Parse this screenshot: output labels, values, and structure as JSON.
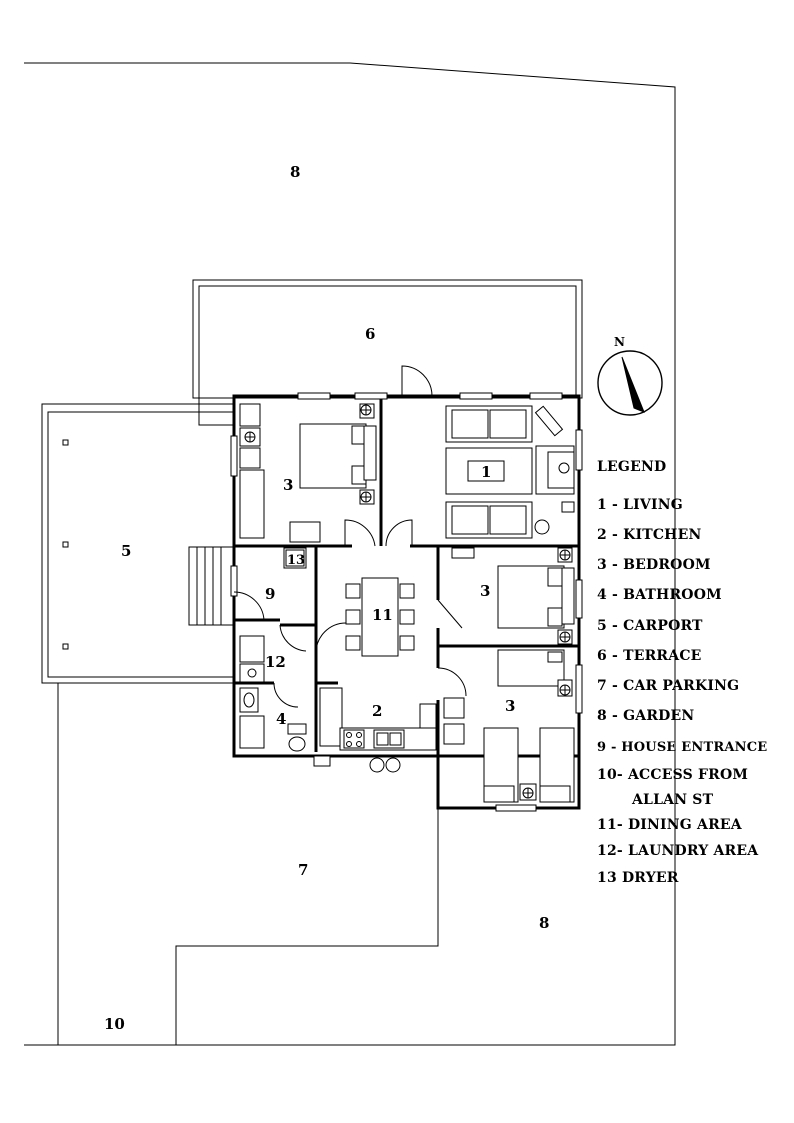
{
  "plan_labels": {
    "garden_top": "8",
    "terrace": "6",
    "carport": "5",
    "living": "1",
    "bedroom_nw": "3",
    "bedroom_e": "3",
    "bedroom_se": "3",
    "dryer": "13",
    "entrance": "9",
    "dining": "11",
    "laundry": "12",
    "kitchen": "2",
    "bathroom": "4",
    "car_parking": "7",
    "garden_bottom": "8",
    "access": "10"
  },
  "compass": {
    "label": "N"
  },
  "legend": {
    "title": "LEGEND",
    "items": [
      "1 - LIVING",
      "2 - KITCHEN",
      "3 - BEDROOM",
      "4 - BATHROOM",
      "5 - CARPORT",
      "6 - TERRACE",
      "7 - CAR PARKING",
      "8 - GARDEN",
      "9 - HOUSE ENTRANCE",
      "10- ACCESS FROM",
      "ALLAN ST",
      "11- DINING AREA",
      "12- LAUNDRY AREA",
      "13  DRYER"
    ]
  }
}
